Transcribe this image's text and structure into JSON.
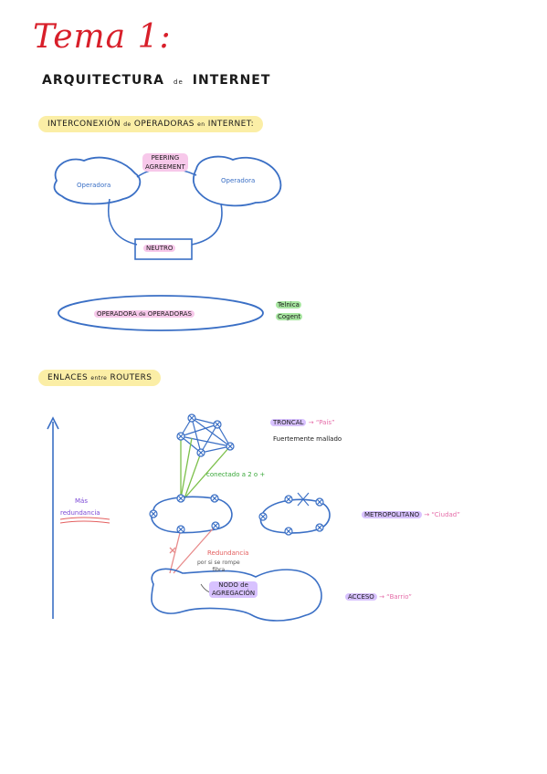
{
  "header": {
    "title": "Tema 1:",
    "subtitle_a": "ARQUITECTURA",
    "subtitle_de": "de",
    "subtitle_b": "INTERNET"
  },
  "section1": {
    "heading_a": "INTERCONEXIÓN",
    "heading_de": "de",
    "heading_b": "OPERADORAS",
    "heading_en": "en",
    "heading_c": "INTERNET:",
    "peering_line1": "PEERING",
    "peering_line2": "AGREEMENT",
    "operadora_left": "Operadora",
    "operadora_right": "Operadora",
    "neutro": "NEUTRO",
    "big_a": "OPERADORA",
    "big_de": "de",
    "big_b": "OPERADORAS",
    "example1": "Telnica",
    "example2": "Cogent"
  },
  "section2": {
    "heading_a": "ENLACES",
    "heading_mid": "entre",
    "heading_b": "ROUTERS",
    "mas_label": "Más",
    "redundancia_label": "redundancia",
    "troncal": "TRONCAL",
    "troncal_arrow": "→",
    "troncal_meaning": "“País”",
    "troncal_desc": "Fuertemente mallado",
    "conectado": "conectado a 2 o +",
    "metropolitano": "METROPOLITANO",
    "metro_arrow": "→",
    "metro_meaning": "“Ciudad”",
    "redundancia_note": "Redundancia",
    "note_line1": "por si se rompe",
    "note_line2": "fibra",
    "nodo_line1": "NODO de",
    "nodo_line2": "AGREGACIÓN",
    "acceso": "ACCESO",
    "acceso_arrow": "→",
    "acceso_meaning": "“Barrio”"
  },
  "colors": {
    "title_red": "#d81f2a",
    "blue_ink": "#3a6fc5",
    "green_ink": "#7cc04a",
    "red_ink": "#e88a8a",
    "highlight_yellow": "#fbeea6",
    "highlight_pink": "#f7c8ea",
    "highlight_violet": "#d8c2ff",
    "highlight_green": "#a8e6a1"
  }
}
